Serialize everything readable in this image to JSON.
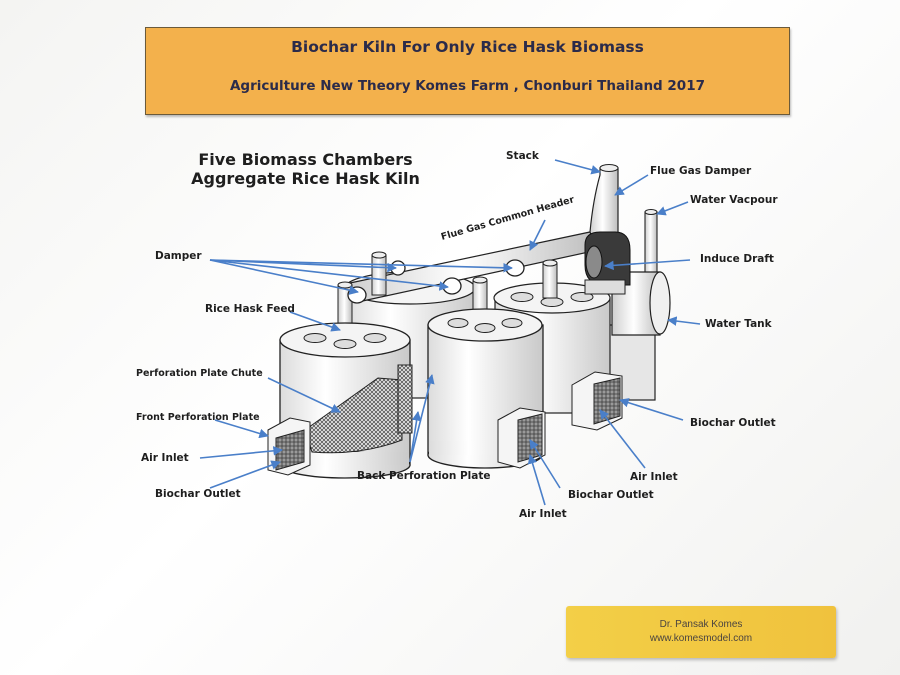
{
  "header": {
    "title": "Biochar Kiln For Only Rice Hask Biomass",
    "subtitle": "Agriculture New Theory Komes Farm , Chonburi Thailand 2017"
  },
  "diagram": {
    "title_line1": "Five Biomass Chambers",
    "title_line2": "Aggregate Rice Hask Kiln",
    "labels": {
      "stack": "Stack",
      "flue_gas_damper": "Flue Gas Damper",
      "water_vapour": "Water Vacpour",
      "flue_gas_header": "Flue Gas Common Header",
      "induce_draft": "Induce Draft",
      "water_tank": "Water Tank",
      "damper": "Damper",
      "rice_hask_feed": "Rice Hask Feed",
      "perforation_plate_chute": "Perforation Plate Chute",
      "front_perforation_plate": "Front Perforation Plate",
      "air_inlet_left": "Air Inlet",
      "biochar_outlet_left": "Biochar Outlet",
      "back_perforation_plate": "Back Perforation Plate",
      "biochar_outlet_center": "Biochar Outlet",
      "air_inlet_center": "Air Inlet",
      "biochar_outlet_right": "Biochar Outlet",
      "air_inlet_right": "Air Inlet"
    }
  },
  "colors": {
    "banner": "#f3b14c",
    "credit": "#f3cf47",
    "arrow": "#4a7fc9"
  },
  "credit": {
    "name": "Dr. Pansak Komes",
    "url": "www.komesmodel.com"
  }
}
